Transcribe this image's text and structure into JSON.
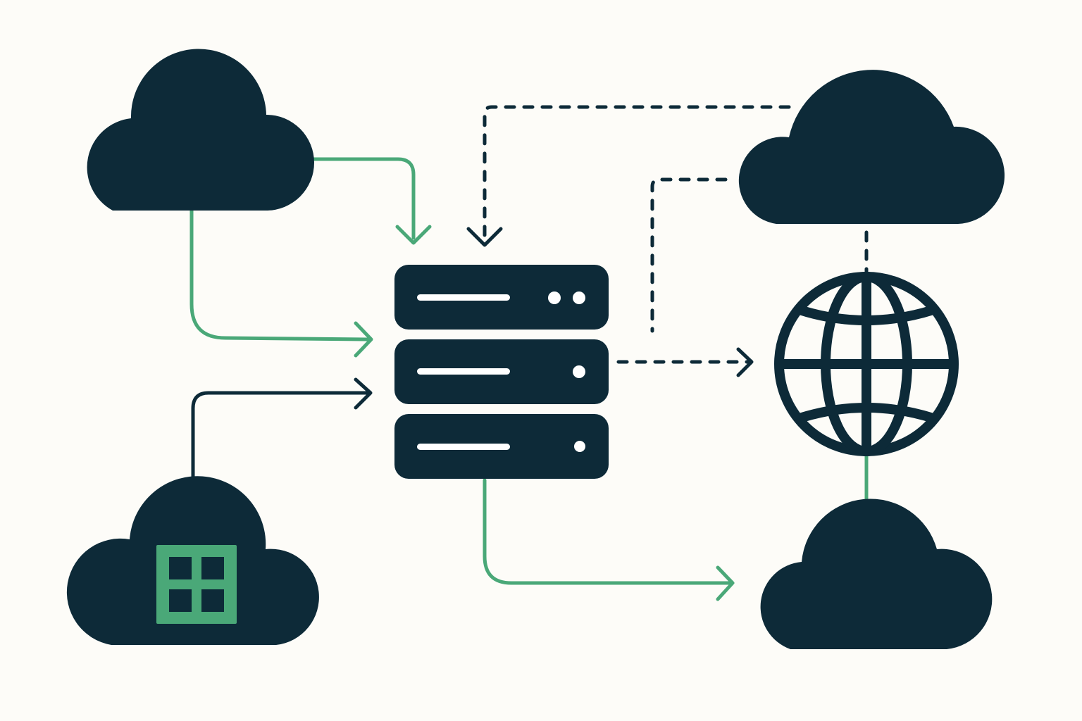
{
  "diagram": {
    "nodes": [
      {
        "id": "cloud-top-left",
        "type": "cloud"
      },
      {
        "id": "cloud-bottom-left",
        "type": "cloud",
        "icon": "windows-grid-icon"
      },
      {
        "id": "server-rack",
        "type": "server",
        "units": 3
      },
      {
        "id": "cloud-top-right",
        "type": "cloud"
      },
      {
        "id": "globe",
        "type": "globe",
        "icon": "globe-icon"
      },
      {
        "id": "cloud-bottom-right",
        "type": "cloud"
      }
    ],
    "edges": [
      {
        "from": "cloud-top-left",
        "to": "server-rack",
        "style": "solid",
        "color": "green"
      },
      {
        "from": "cloud-top-left",
        "to": "server-rack",
        "style": "solid",
        "color": "green"
      },
      {
        "from": "cloud-bottom-left",
        "to": "server-rack",
        "style": "solid",
        "color": "dark"
      },
      {
        "from": "cloud-top-right",
        "to": "server-rack",
        "style": "dashed",
        "color": "dark"
      },
      {
        "from": "cloud-top-right",
        "to": "globe",
        "style": "dashed",
        "color": "dark"
      },
      {
        "from": "server-rack",
        "to": "globe",
        "style": "dashed",
        "color": "dark"
      },
      {
        "from": "server-rack",
        "to": "cloud-bottom-right",
        "style": "solid",
        "color": "green"
      },
      {
        "from": "globe",
        "to": "cloud-bottom-right",
        "style": "solid",
        "color": "green"
      }
    ]
  },
  "colors": {
    "background": "#fdfcf8",
    "dark": "#0d2a38",
    "green": "#4aa878",
    "white": "#ffffff"
  }
}
